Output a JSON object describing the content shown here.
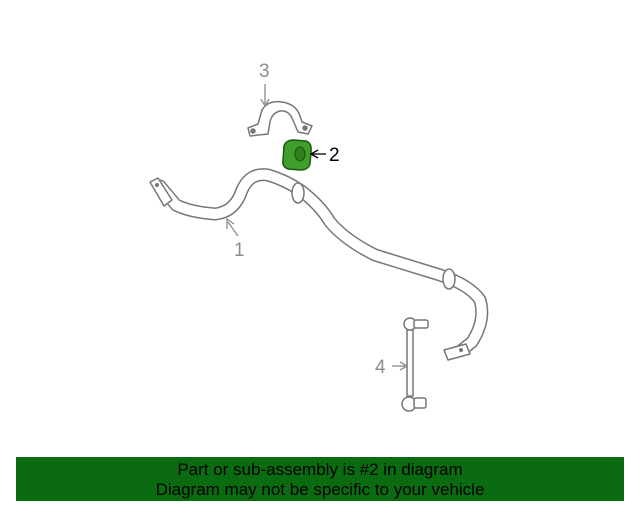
{
  "diagram": {
    "callouts": {
      "part1": "1",
      "part2": "2",
      "part3": "3",
      "part4": "4"
    },
    "highlight_color": "#3f9f2a"
  },
  "banner": {
    "line1": "Part or sub-assembly is #2 in diagram",
    "line2": "Diagram may not be specific to your vehicle",
    "background": "#0b6b10"
  }
}
